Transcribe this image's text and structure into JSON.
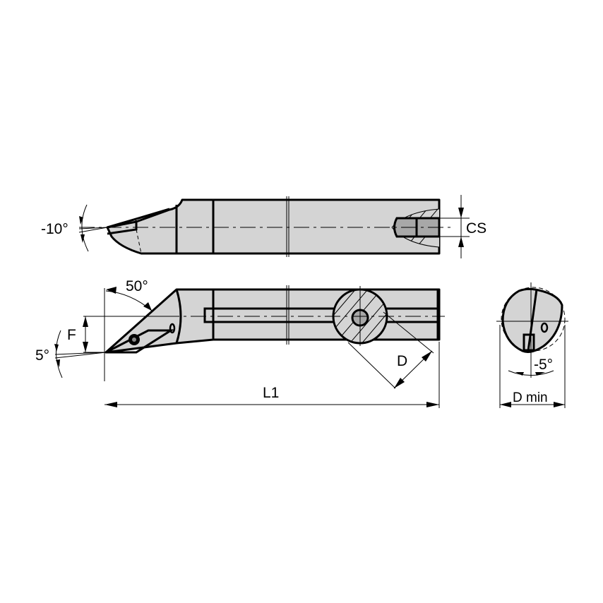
{
  "drawing": {
    "title": "Boring bar technical drawing",
    "colors": {
      "fill": "#d4d4d4",
      "line": "#000000",
      "background": "#ffffff",
      "coolant": "#a8a8a8"
    }
  },
  "side_view": {
    "angle_label": "-10°",
    "coolant_dimension_label": "CS"
  },
  "top_view": {
    "lead_angle_label": "50°",
    "offset_label": "F",
    "clearance_angle_label": "5°",
    "diameter_label": "D",
    "length_label": "L1"
  },
  "end_view": {
    "rake_angle_label": "-5°",
    "min_bore_label": "D min"
  }
}
